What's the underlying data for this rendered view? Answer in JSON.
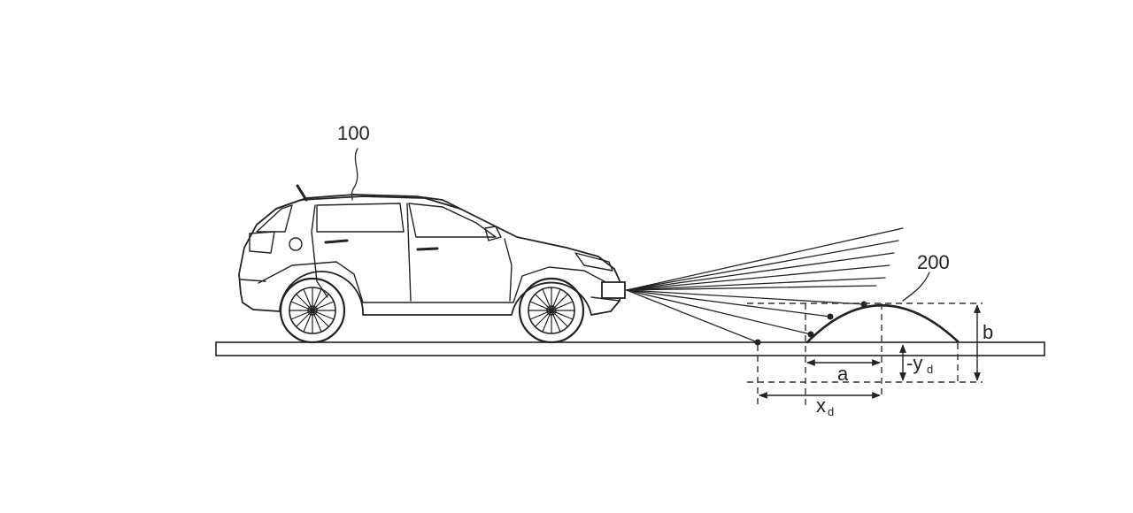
{
  "labels": {
    "vehicle_ref": "100",
    "obstacle_ref": "200",
    "dim_a": "a",
    "dim_b": "b",
    "dim_y_prefix": "-y",
    "dim_y_sub": "d",
    "dim_x": "x",
    "dim_x_sub": "d"
  },
  "colors": {
    "line": "#222222",
    "background": "#ffffff"
  }
}
